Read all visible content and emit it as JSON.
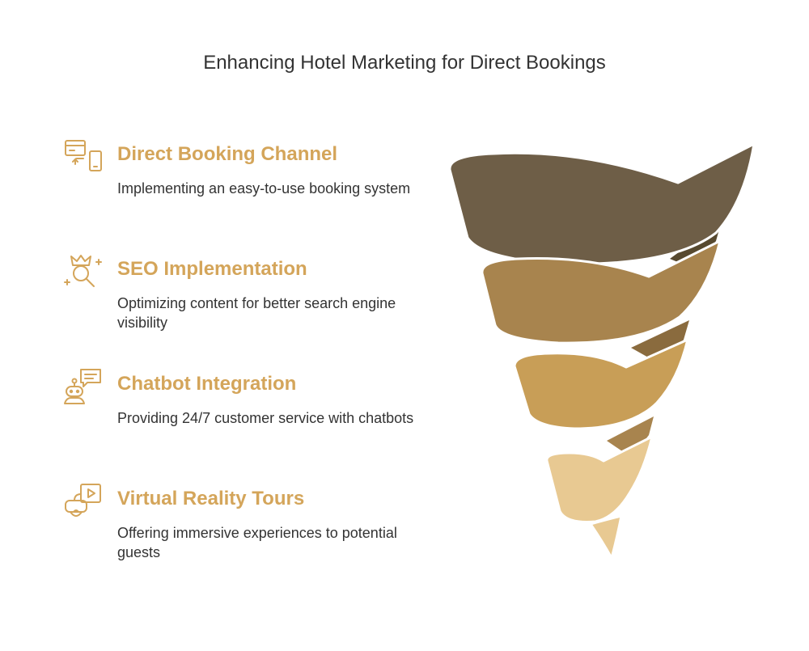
{
  "title": "Enhancing Hotel Marketing for Direct Bookings",
  "colors": {
    "accent": "#d4a55a",
    "text": "#333333",
    "layers": [
      "#6e5e47",
      "#a8844e",
      "#c89e57",
      "#e8c992"
    ]
  },
  "items": [
    {
      "heading": "Direct Booking Channel",
      "description": "Implementing an easy-to-use booking system",
      "icon": "card-to-phone-icon"
    },
    {
      "heading": "SEO Implementation",
      "description": "Optimizing content for better search engine visibility",
      "icon": "crown-search-icon"
    },
    {
      "heading": "Chatbot Integration",
      "description": "Providing 24/7 customer service with chatbots",
      "icon": "chatbot-icon"
    },
    {
      "heading": "Virtual Reality Tours",
      "description": "Offering immersive experiences to potential guests",
      "icon": "vr-headset-icon"
    }
  ]
}
